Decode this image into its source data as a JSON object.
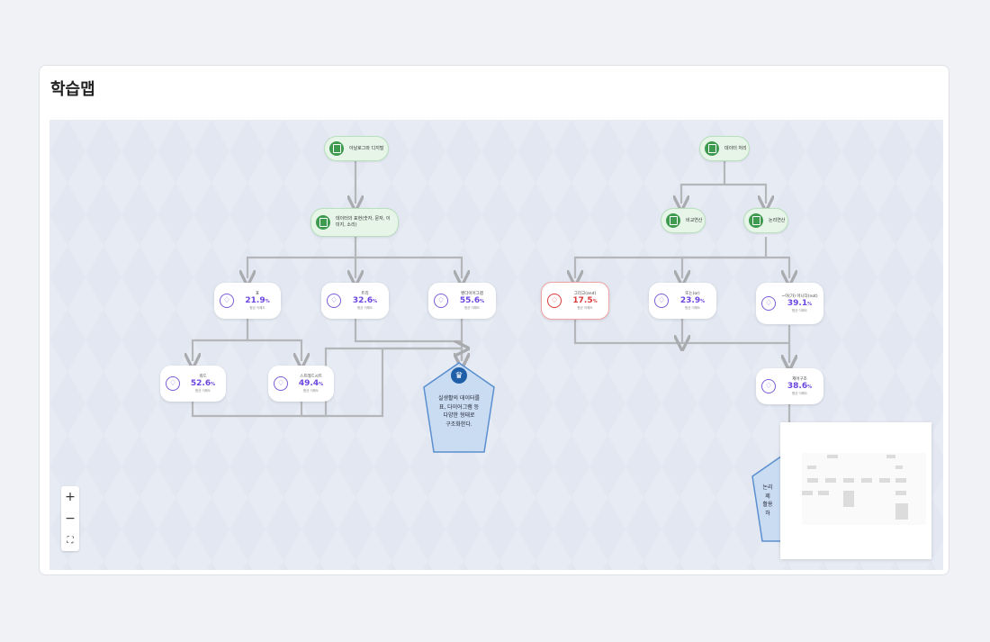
{
  "panel": {
    "title": "학습맵"
  },
  "topics": {
    "t1": "아날로그와 디지털",
    "t2": "데이터의 표현(숫자, 문자, 이미지, 소리)",
    "t3": "데이터 처리",
    "t4": "비교연산",
    "t5": "논리연산"
  },
  "skills": {
    "s1": {
      "name": "표",
      "value": "21.9",
      "unit": "%",
      "sub": "평균 이해도"
    },
    "s2": {
      "name": "트리",
      "value": "32.6",
      "unit": "%",
      "sub": "평균 이해도"
    },
    "s3": {
      "name": "벤다이어그램",
      "value": "55.6",
      "unit": "%",
      "sub": "평균 이해도"
    },
    "s4": {
      "name": "워드",
      "value": "52.6",
      "unit": "%",
      "sub": "평균 이해도"
    },
    "s5": {
      "name": "스프레드시트",
      "value": "49.4",
      "unit": "%",
      "sub": "평균 이해도"
    },
    "s6": {
      "name": "그리고(and)",
      "value": "17.5",
      "unit": "%",
      "sub": "평균 이해도"
    },
    "s7": {
      "name": "또는(or)",
      "value": "23.9",
      "unit": "%",
      "sub": "평균 이해도"
    },
    "s8": {
      "name": "~이(가) 아니다(not)",
      "value": "39.1",
      "unit": "%",
      "sub": "평균 이해도"
    },
    "s9": {
      "name": "제어구조",
      "value": "38.6",
      "unit": "%",
      "sub": "평균 이해도"
    }
  },
  "goals": {
    "g1": {
      "lines": [
        "실생활의 데이터를",
        "표, 다이어그램 등",
        "다양한 형태로",
        "구조화한다."
      ]
    },
    "g2": {
      "lines": [
        "논리",
        "제",
        "활용",
        "하"
      ]
    }
  },
  "zoom": {
    "in": "+",
    "out": "−",
    "fit": "⛶"
  },
  "colors": {
    "accent": "#6b46e0",
    "warning": "#d93a3a",
    "topic": "#3d9a4e",
    "goal": "#1f5fa8"
  }
}
